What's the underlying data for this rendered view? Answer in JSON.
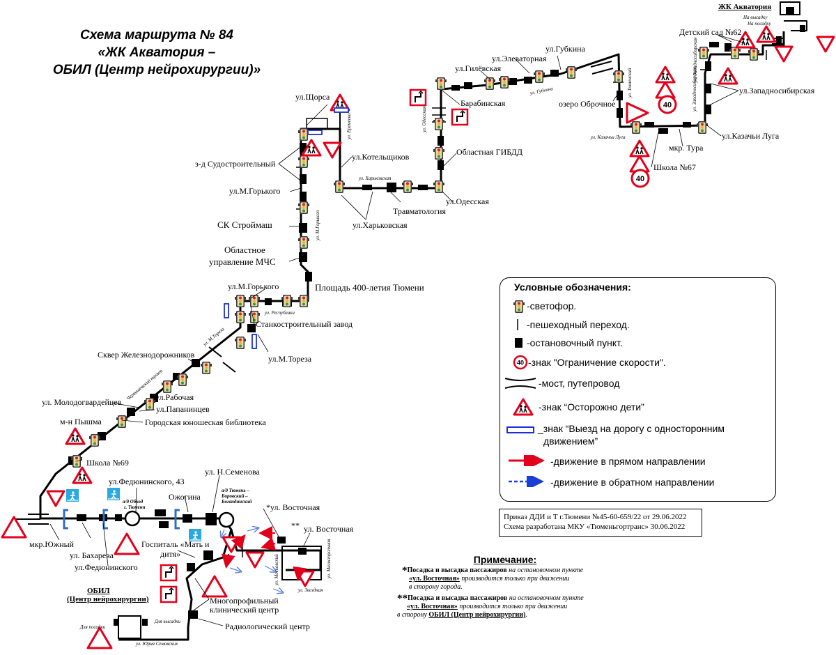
{
  "title": {
    "line1": "Схема маршрута № 84",
    "line2": "«ЖК Акватория –",
    "line3": "ОБИЛ (Центр нейрохирургии)»"
  },
  "termini": {
    "start": "ЖК Акватория",
    "end_line1": "ОБИЛ",
    "end_line2": "(Центр нейрохирургии)",
    "board_a": "На высадку",
    "board_b": "На посадку",
    "alight_end": "Для высадки",
    "board_end": "Для посадки"
  },
  "stops": {
    "detsad": "Детский сад №62",
    "zapsib": "ул.Западносибирская",
    "gubkina": "ул.Губкина",
    "elevatornaya": "ул.Элеваторная",
    "gilevskaya": "ул.Гилёвская",
    "barabinskaya": "Барабинская",
    "ozero": "озеро Оброчное",
    "kazachi": "ул.Казачьи Луга",
    "tura": "мкр. Тура",
    "school67": "Школа №67",
    "gibdd": "Областная ГИБДД",
    "odesskaya": "ул.Одесская",
    "travmatologiya": "Травматология",
    "kharkovskaya": "ул.Харьковская",
    "kotelshchikov": "ул.Котельщиков",
    "shchorsa": "ул.Щорса",
    "sudostroitelny": "з-д Судостроительный",
    "mgorkogo1": "ул.М.Горького",
    "stroymash": "СК Строймаш",
    "mchs1": "Областное",
    "mchs2": "управление МЧС",
    "ploshchad": "Площадь 400-летия Тюмени",
    "mgorkogo2": "ул.М.Горького",
    "stankostroitelny": "Станкостроительный завод",
    "mtoreza": "ул.М.Тореза",
    "skver": "Сквер Железнодорожников",
    "rabochaya": "ул.Рабочая",
    "papanintsev": "ул.Папанинцев",
    "molodogvardeytsev": "ул. Молодогвардейцев",
    "biblioteka": "Городская юношеская библиотека",
    "pyshma": "м-н Пышма",
    "school69": "Школа №69",
    "fedyuninskogo43": "ул.Федюнинского, 43",
    "nsemenova": "ул. Н.Семенова",
    "ozhogina": "Ожогина",
    "vostochnaya1": "ул. Восточная",
    "vostochnaya2": "ул. Восточная",
    "yuzhny": "мкр.Южный",
    "bakhareva": "ул. Бахарева",
    "fedyuninskogo": "ул.Федюнинского",
    "gospital1": "Госпиталь «Мать и",
    "gospital2": "дитя»",
    "mnogoprof1": "Многопрофильный",
    "mnogoprof2": "клинический центр",
    "radiolog": "Радиологический центр"
  },
  "streets": {
    "tyumenskiy": "ул. Тюменский",
    "zapsib": "ул. Западносибирская",
    "gubkina": "ул. Губкина",
    "kazachi": "ул. Казачьи Луга",
    "odesskaya": "ул. Одесская",
    "kharkovskaya": "ул. Харьковская",
    "eremeeva": "ул. Еремеева",
    "mgorkogo": "ул. М.Горького",
    "respubliki": "ул. Республики",
    "mtoreza": "ул. М.Тореза",
    "cherviskiy": "Червишевский тракт",
    "obkhod1": "а/д Обход",
    "obkhod2": "г. Тюмени",
    "bogandinsky1": "а/д Тюмень –",
    "bogandinsky2": "Боровский –",
    "bogandinsky3": "Богандинский",
    "moskovsky": "ул. Московский",
    "magistralnaya": "ул. Магистральная",
    "zvezdnaya": "ул. Звездная",
    "semenova": "ул. Юрия Семовских"
  },
  "stars": {
    "one": "*",
    "two": "**"
  },
  "speed_limit": "40",
  "legend": {
    "title": "Условные обозначения:",
    "traffic_light": "-светофор.",
    "crossing": "-пешеходный переход.",
    "stop": "-остановочный пункт.",
    "speed": "-знак \"Ограничение скорости\".",
    "bridge": "-мост, путепровод",
    "children": "-знак “Осторожно дети”",
    "oneway_line1": "_знак “Выезд на дорогу с односторонним",
    "oneway_line2": "движением”",
    "forward": "-движение в прямом направлении",
    "reverse": "-движение в обратном направлении"
  },
  "order": {
    "line1": "Приказ ДДИ и Т г.Тюмени №45-60-659/22 от 29.06.2022",
    "line2": "Схема разработана МКУ «Тюменьгортранс» 30.06.2022"
  },
  "notes": {
    "heading": "Примечание:",
    "n1_a": "Посадка и высадка пассажиров",
    "n1_b": "на остановочном пункте",
    "n1_c": "«ул. Восточная»",
    "n1_d": "производится только при движении",
    "n1_e": "в сторону города.",
    "n2_a": "Посадка и высадка пассажиров",
    "n2_b": "на остановочном пункте",
    "n2_c": "«ул. Восточная»",
    "n2_d": "производится только при движении",
    "n2_e": "в сторону",
    "n2_f": "ОБИЛ (Центр нейрохирургии)"
  },
  "colors": {
    "route": "#000000",
    "warning_red": "#e3001b",
    "oneway_blue": "#1a2fd6",
    "forward_arrow": "#e3001b",
    "reverse_arrow": "#1a3fd6",
    "crossing_sign": "#2aa8e0",
    "traffic_body": "#3a3a3a",
    "traffic_face": "#e8d7a8"
  }
}
